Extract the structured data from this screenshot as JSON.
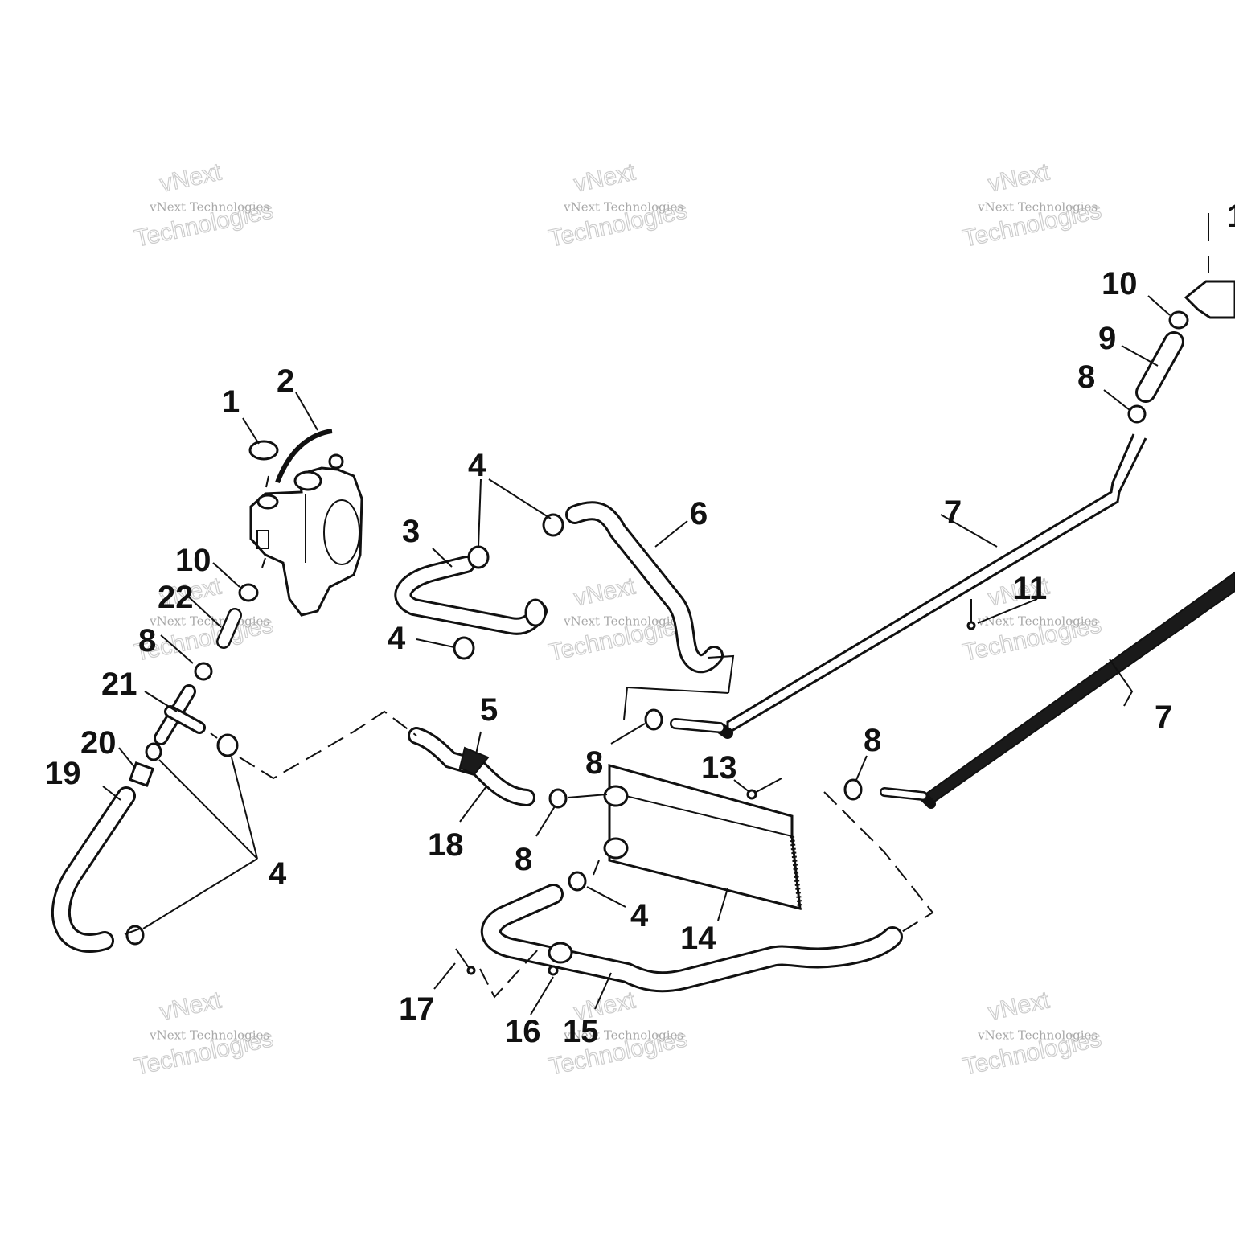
{
  "watermark": {
    "line1": "vNext",
    "line2": "vNext Technologies",
    "line3": "Technologies"
  },
  "callouts": {
    "c1": "1",
    "c2": "2",
    "c3": "3",
    "c4a": "4",
    "c4b": "4",
    "c4c": "4",
    "c4d": "4",
    "c5": "5",
    "c6": "6",
    "c7a": "7",
    "c7b": "7",
    "c8a": "8",
    "c8b": "8",
    "c8c": "8",
    "c8d": "8",
    "c8e": "8",
    "c9": "9",
    "c10a": "10",
    "c10b": "10",
    "c11": "11",
    "c12": "1",
    "c13": "13",
    "c14": "14",
    "c15": "15",
    "c16": "16",
    "c17": "17",
    "c18": "18",
    "c19": "19",
    "c20": "20",
    "c21": "21",
    "c22": "22"
  }
}
